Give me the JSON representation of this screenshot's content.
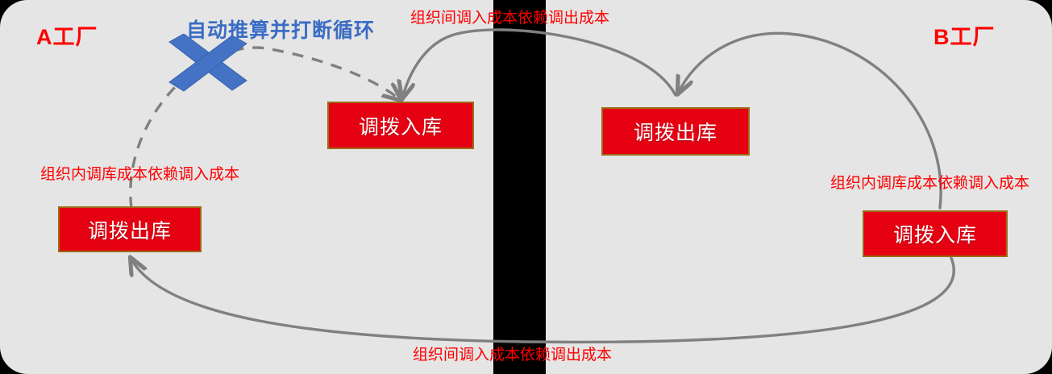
{
  "diagram": {
    "background_color": "#000000",
    "panel_color": "#e5e5e5",
    "node_fill": "#e50012",
    "node_border": "#9c6b16",
    "label_color": "#ff0000",
    "callout_color": "#3b6cc4",
    "arrow_color": "#808080"
  },
  "panels": {
    "left": {
      "title": "A工厂"
    },
    "right": {
      "title": "B工厂"
    }
  },
  "callout": {
    "title": "自动推算并打断循环",
    "icon": "blue-cross-mark"
  },
  "nodes": [
    {
      "id": "a-out",
      "label": "调拨出库"
    },
    {
      "id": "a-in",
      "label": "调拨入库"
    },
    {
      "id": "b-out",
      "label": "调拨出库"
    },
    {
      "id": "b-in",
      "label": "调拨入库"
    }
  ],
  "edge_labels": {
    "top_center": "组织间调入成本依赖调出成本",
    "left_inner": "组织内调库成本依赖调入成本",
    "right_inner": "组织内调库成本依赖调入成本",
    "bottom_center": "组织间调入成本依赖调出成本"
  }
}
